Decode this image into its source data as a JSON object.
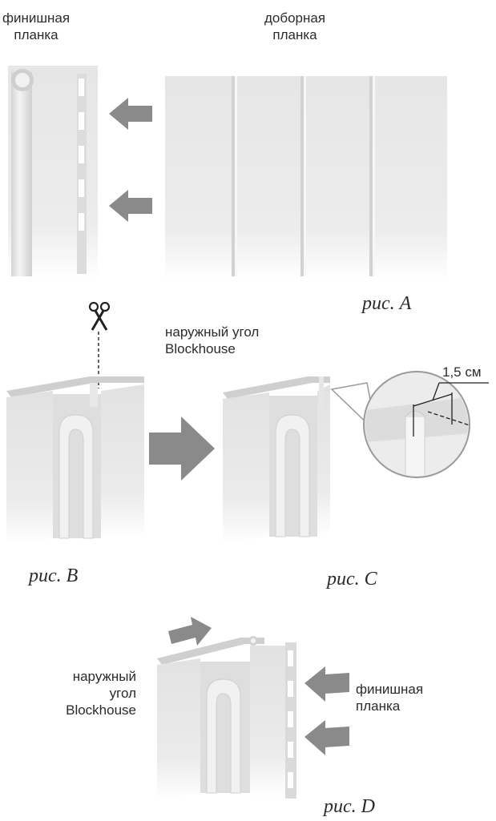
{
  "figure_a": {
    "label_left": [
      "финишная",
      "планка"
    ],
    "label_right": [
      "доборная",
      "планка"
    ],
    "caption": "рис. A"
  },
  "figure_b": {
    "label": [
      "наружный угол",
      "Blockhouse"
    ],
    "caption": "рис. B",
    "icon": "scissors-icon"
  },
  "figure_c": {
    "caption": "рис. C",
    "measure": "1,5 см"
  },
  "figure_d": {
    "label_left": [
      "наружный",
      "угол",
      "Blockhouse"
    ],
    "label_right": [
      "финишная",
      "планка"
    ],
    "caption": "рис. D"
  },
  "colors": {
    "arrow": "#8a8a8a",
    "panel": "#e9e9e9",
    "panel_shade": "#d6d6d6",
    "text": "#2b2b2b"
  }
}
